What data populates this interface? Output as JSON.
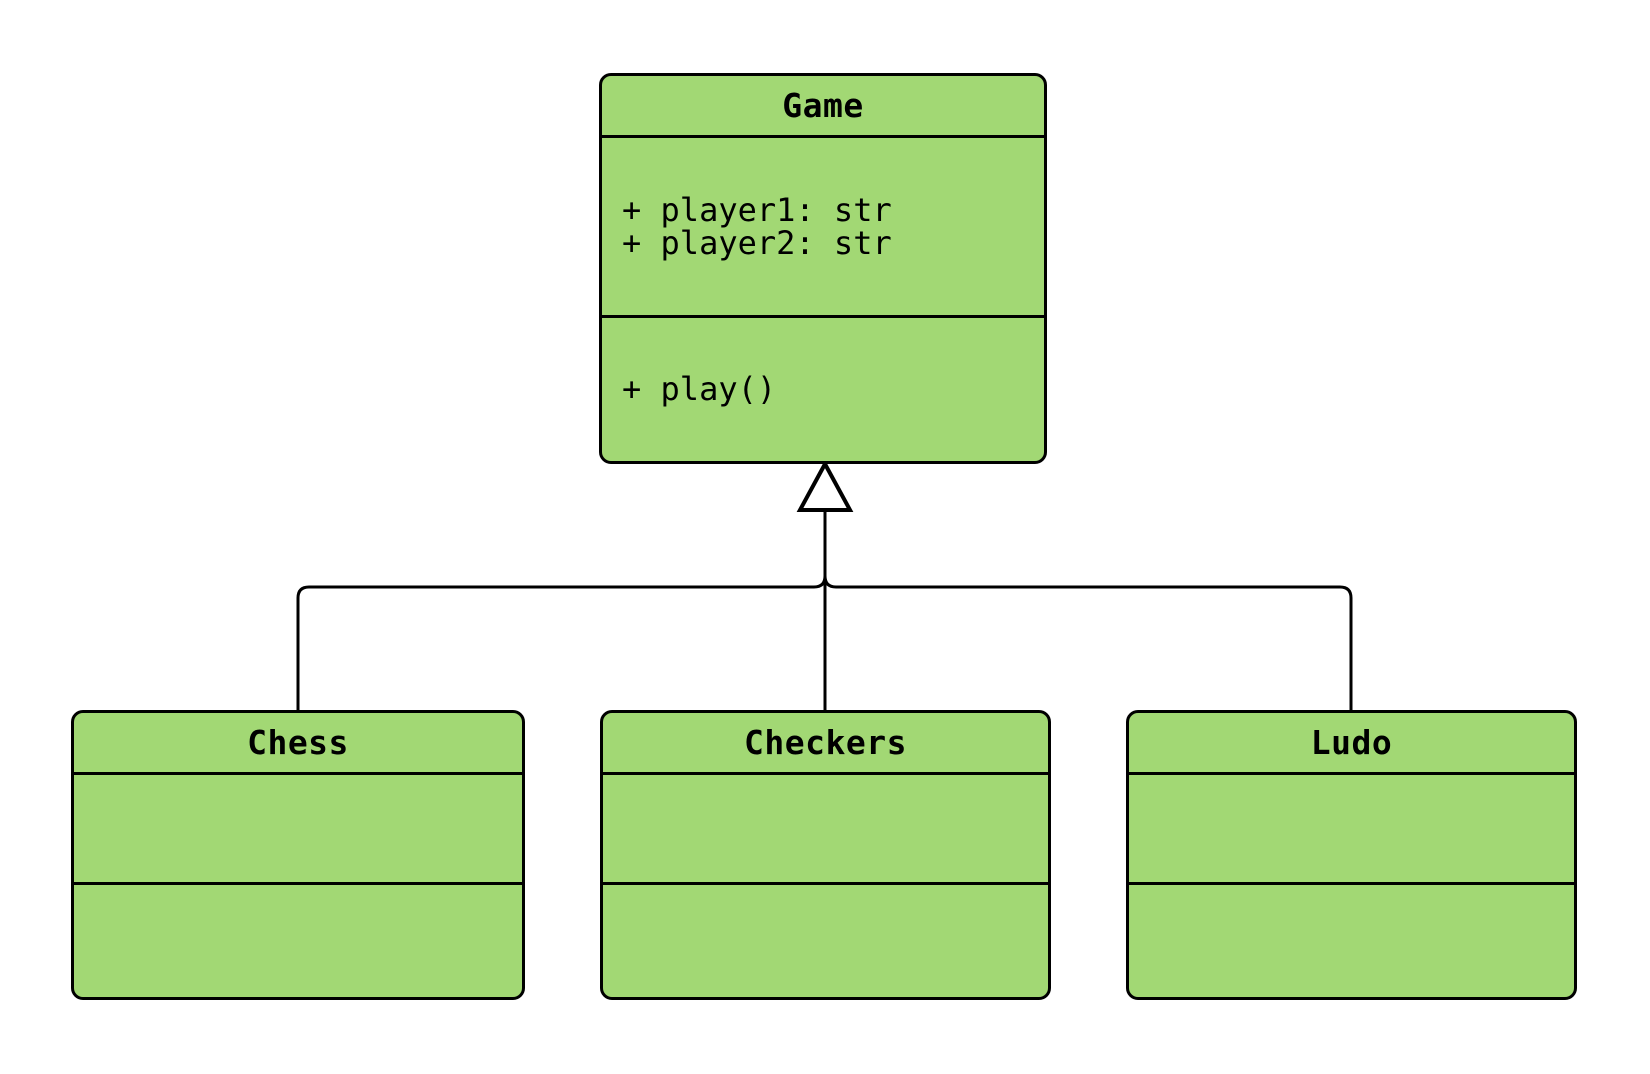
{
  "colors": {
    "class_fill": "#a2d874",
    "stroke": "#000000",
    "arrowhead_fill": "#ffffff",
    "background": "#ffffff"
  },
  "classes": [
    {
      "name": "Game",
      "attributes": [
        "+ player1: str",
        "+ player2: str"
      ],
      "methods": [
        "+ play()"
      ]
    },
    {
      "name": "Chess",
      "attributes": [],
      "methods": []
    },
    {
      "name": "Checkers",
      "attributes": [],
      "methods": []
    },
    {
      "name": "Ludo",
      "attributes": [],
      "methods": []
    }
  ],
  "relations": [
    {
      "from": "Chess",
      "to": "Game",
      "type": "inheritance"
    },
    {
      "from": "Checkers",
      "to": "Game",
      "type": "inheritance"
    },
    {
      "from": "Ludo",
      "to": "Game",
      "type": "inheritance"
    }
  ]
}
